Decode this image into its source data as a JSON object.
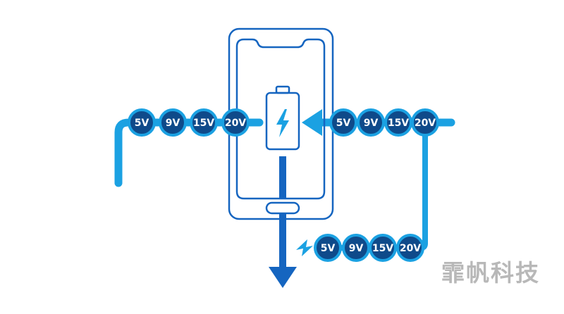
{
  "diagram": {
    "left_path": {
      "labels": [
        "5V",
        "9V",
        "15V",
        "20V"
      ],
      "color": "#1ba1e2"
    },
    "right_path": {
      "labels": [
        "5V",
        "9V",
        "15V",
        "20V"
      ],
      "color": "#1ba1e2"
    },
    "bottom_path": {
      "labels": [
        "5V",
        "9V",
        "15V",
        "20V"
      ],
      "color": "#1ba1e2"
    },
    "node_fill": "#0f4a8a",
    "outline_color": "#1565c0",
    "icons": [
      "phone-outline",
      "battery-icon",
      "lightning-icon",
      "usb-c-port",
      "arrow-down",
      "arrow-left"
    ]
  },
  "watermark": {
    "text": "霏帆科技",
    "color": "#b8b8b8"
  }
}
